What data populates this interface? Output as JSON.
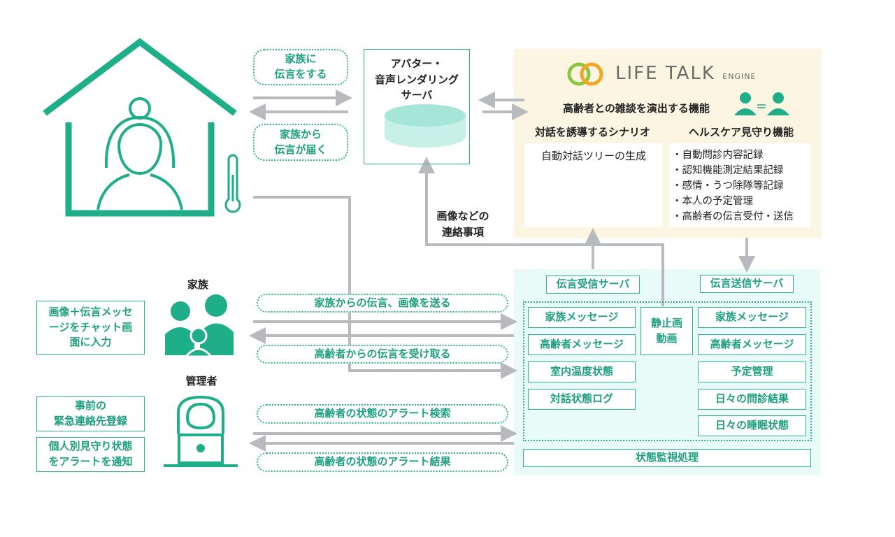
{
  "pills": {
    "send_to_family": "家族に\n伝言をする",
    "from_family": "家族から\n伝言が届く",
    "family_send": "家族からの伝言、画像を送る",
    "family_receive": "高齢者からの伝言を受け取る",
    "alert_search": "高齢者の状態のアラート検索",
    "alert_result": "高齢者の状態のアラート結果"
  },
  "avatar_server": {
    "title": "アバター・\n音声レンダリング\nサーバ"
  },
  "link_label": "画像などの\n連絡事項",
  "engine": {
    "logo_main": "LIFE TALK",
    "logo_sub": "ENGINE",
    "headline": "高齢者との雑談を演出する機能",
    "scenario_title": "対話を誘導するシナリオ",
    "scenario_item": "自動対話ツリーの生成",
    "health_title": "ヘルスケア見守り機能",
    "health_items": [
      "・自動問診内容記録",
      "・認知機能測定結果記録",
      "・感情・うつ除隊等記録",
      "・本人の予定管理",
      "・高齢者の伝言受付・送信"
    ]
  },
  "family": {
    "label": "家族",
    "input_box": "画像＋伝言メッセ\nージをチャット画\n面に入力"
  },
  "admin": {
    "label": "管理者",
    "box1": "事前の\n緊急連絡先登録",
    "box2": "個人別見守り状態\nをアラートを通知"
  },
  "receive_server": {
    "title": "伝言受信サーバ",
    "items": [
      "家族メッセージ",
      "高齢者メッセージ",
      "室内温度状態",
      "対話状態ログ"
    ]
  },
  "media_box": "静止画\n動画",
  "send_server": {
    "title": "伝言送信サーバ",
    "items": [
      "家族メッセージ",
      "高齢者メッセージ",
      "予定管理",
      "日々の問診結果",
      "日々の睡眠状態"
    ]
  },
  "monitor": "状態監視処理",
  "colors": {
    "green": "#2bb58f",
    "text_green": "#1ea07f",
    "arrow": "#b9b9c0",
    "cream": "#fbf5e2",
    "cyan": "#e9fbf8"
  }
}
